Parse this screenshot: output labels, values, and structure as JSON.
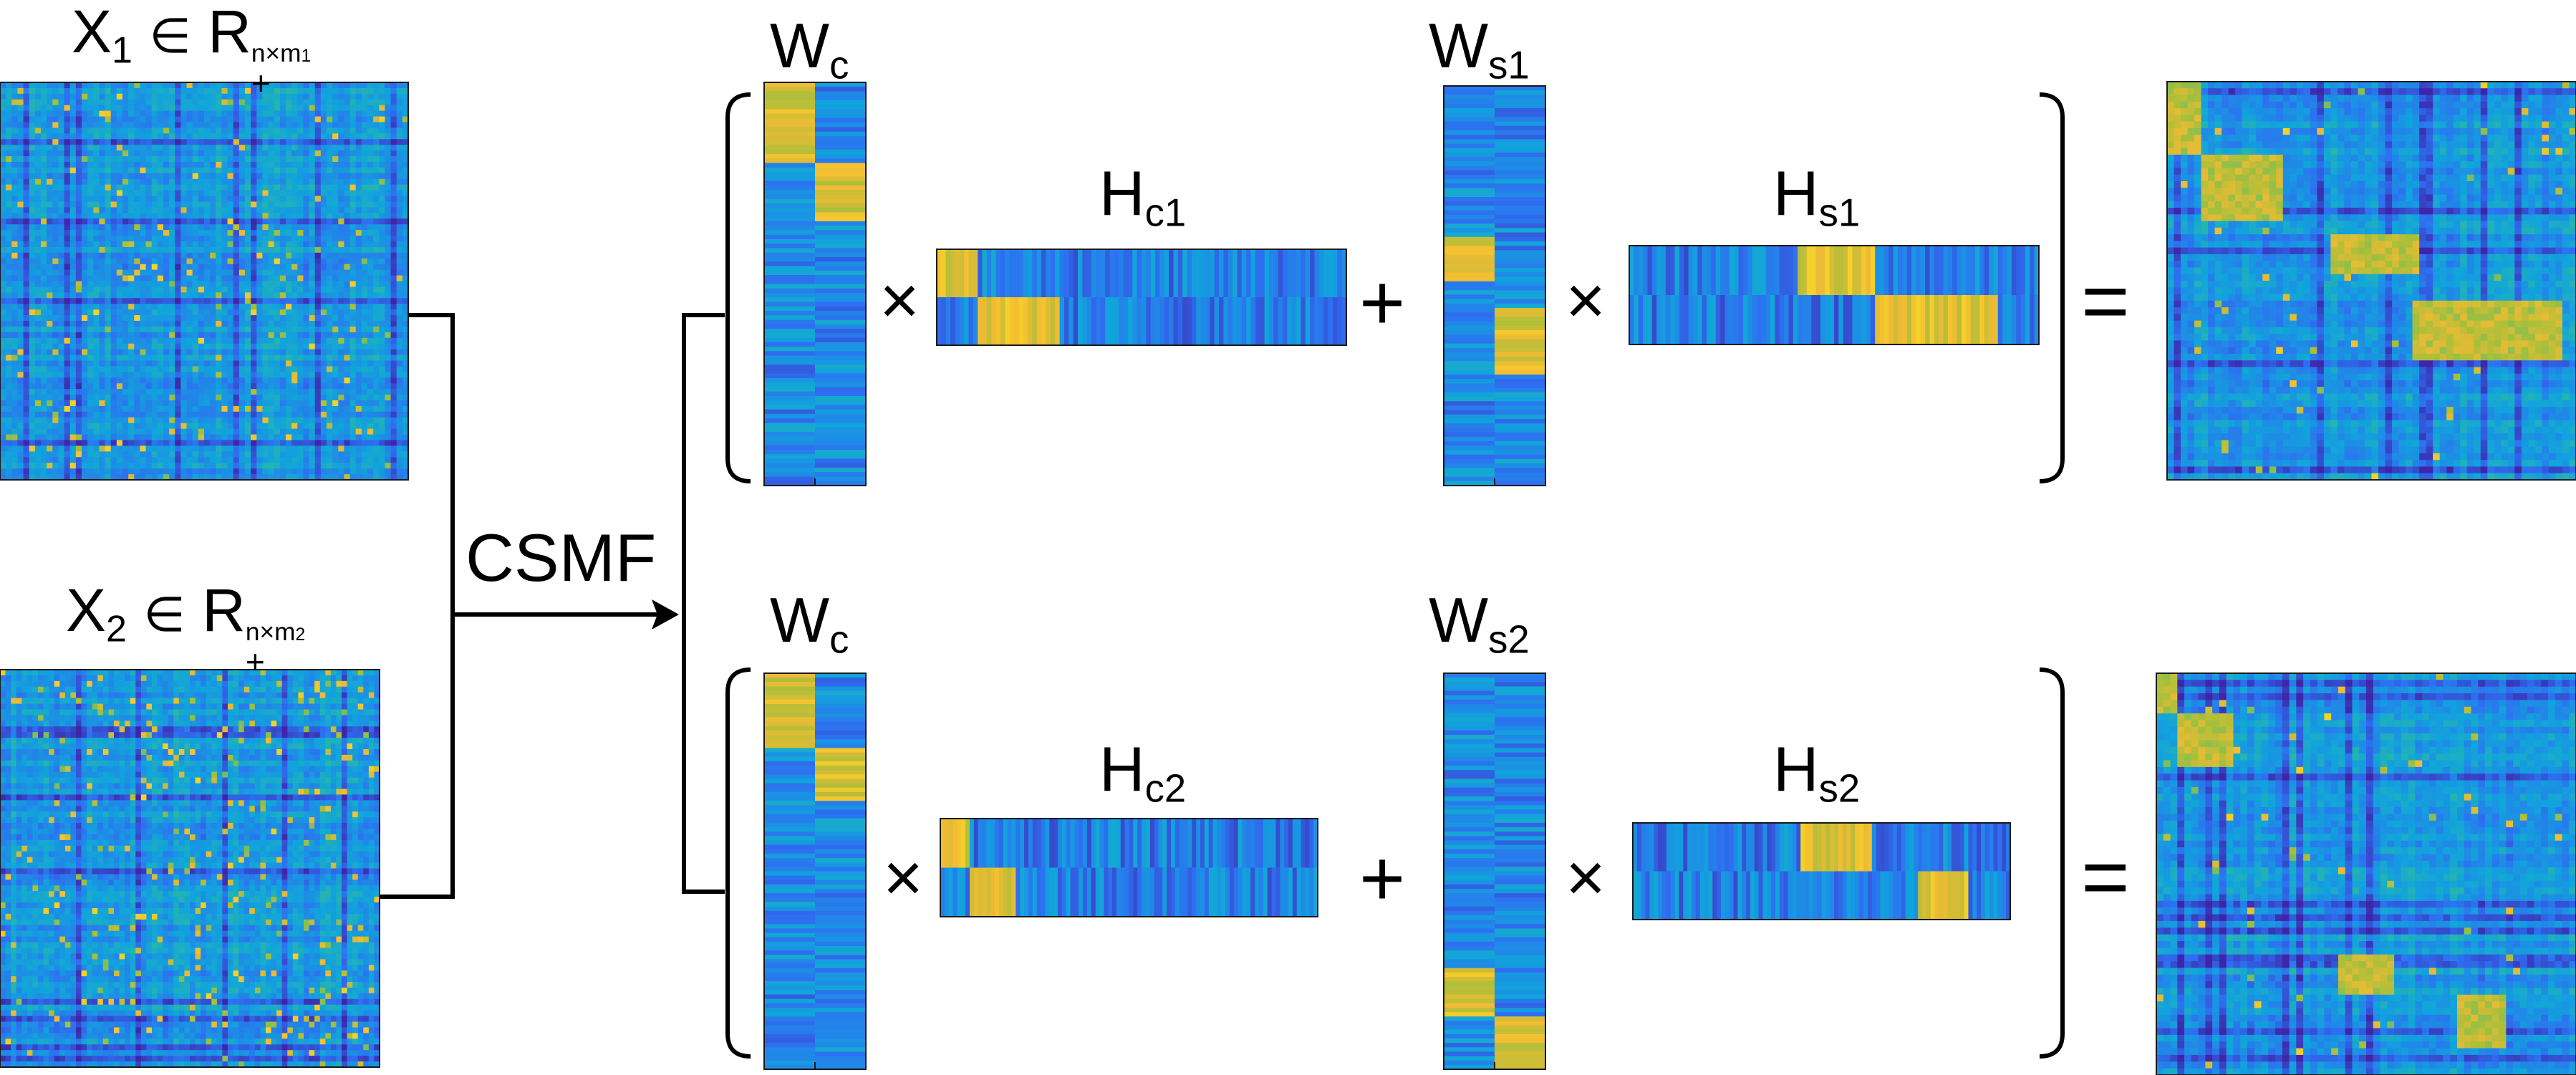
{
  "inputs": [
    {
      "var": "X",
      "sub": "1",
      "rel": "∈",
      "set": "R",
      "set_sub": "+",
      "sup_prefix": "n×m",
      "sup_sub": "1"
    },
    {
      "var": "X",
      "sub": "2",
      "rel": "∈",
      "set": "R",
      "set_sub": "+",
      "sup_prefix": "n×m",
      "sup_sub": "2"
    }
  ],
  "method": "CSMF",
  "row1": {
    "w_common": {
      "base": "W",
      "sub": "c"
    },
    "h_common": {
      "base": "H",
      "sub": "c1"
    },
    "w_specific": {
      "base": "W",
      "sub": "s1"
    },
    "h_specific": {
      "base": "H",
      "sub": "s1"
    }
  },
  "row2": {
    "w_common": {
      "base": "W",
      "sub": "c"
    },
    "h_common": {
      "base": "H",
      "sub": "c2"
    },
    "w_specific": {
      "base": "W",
      "sub": "s2"
    },
    "h_specific": {
      "base": "H",
      "sub": "s2"
    }
  },
  "operators": {
    "times": "×",
    "plus": "+",
    "equals": "="
  },
  "colormap": [
    "#3e26a8",
    "#2e6ff1",
    "#11a4dc",
    "#2ebd99",
    "#a7bf3a",
    "#f2bb34",
    "#f9fb15"
  ]
}
